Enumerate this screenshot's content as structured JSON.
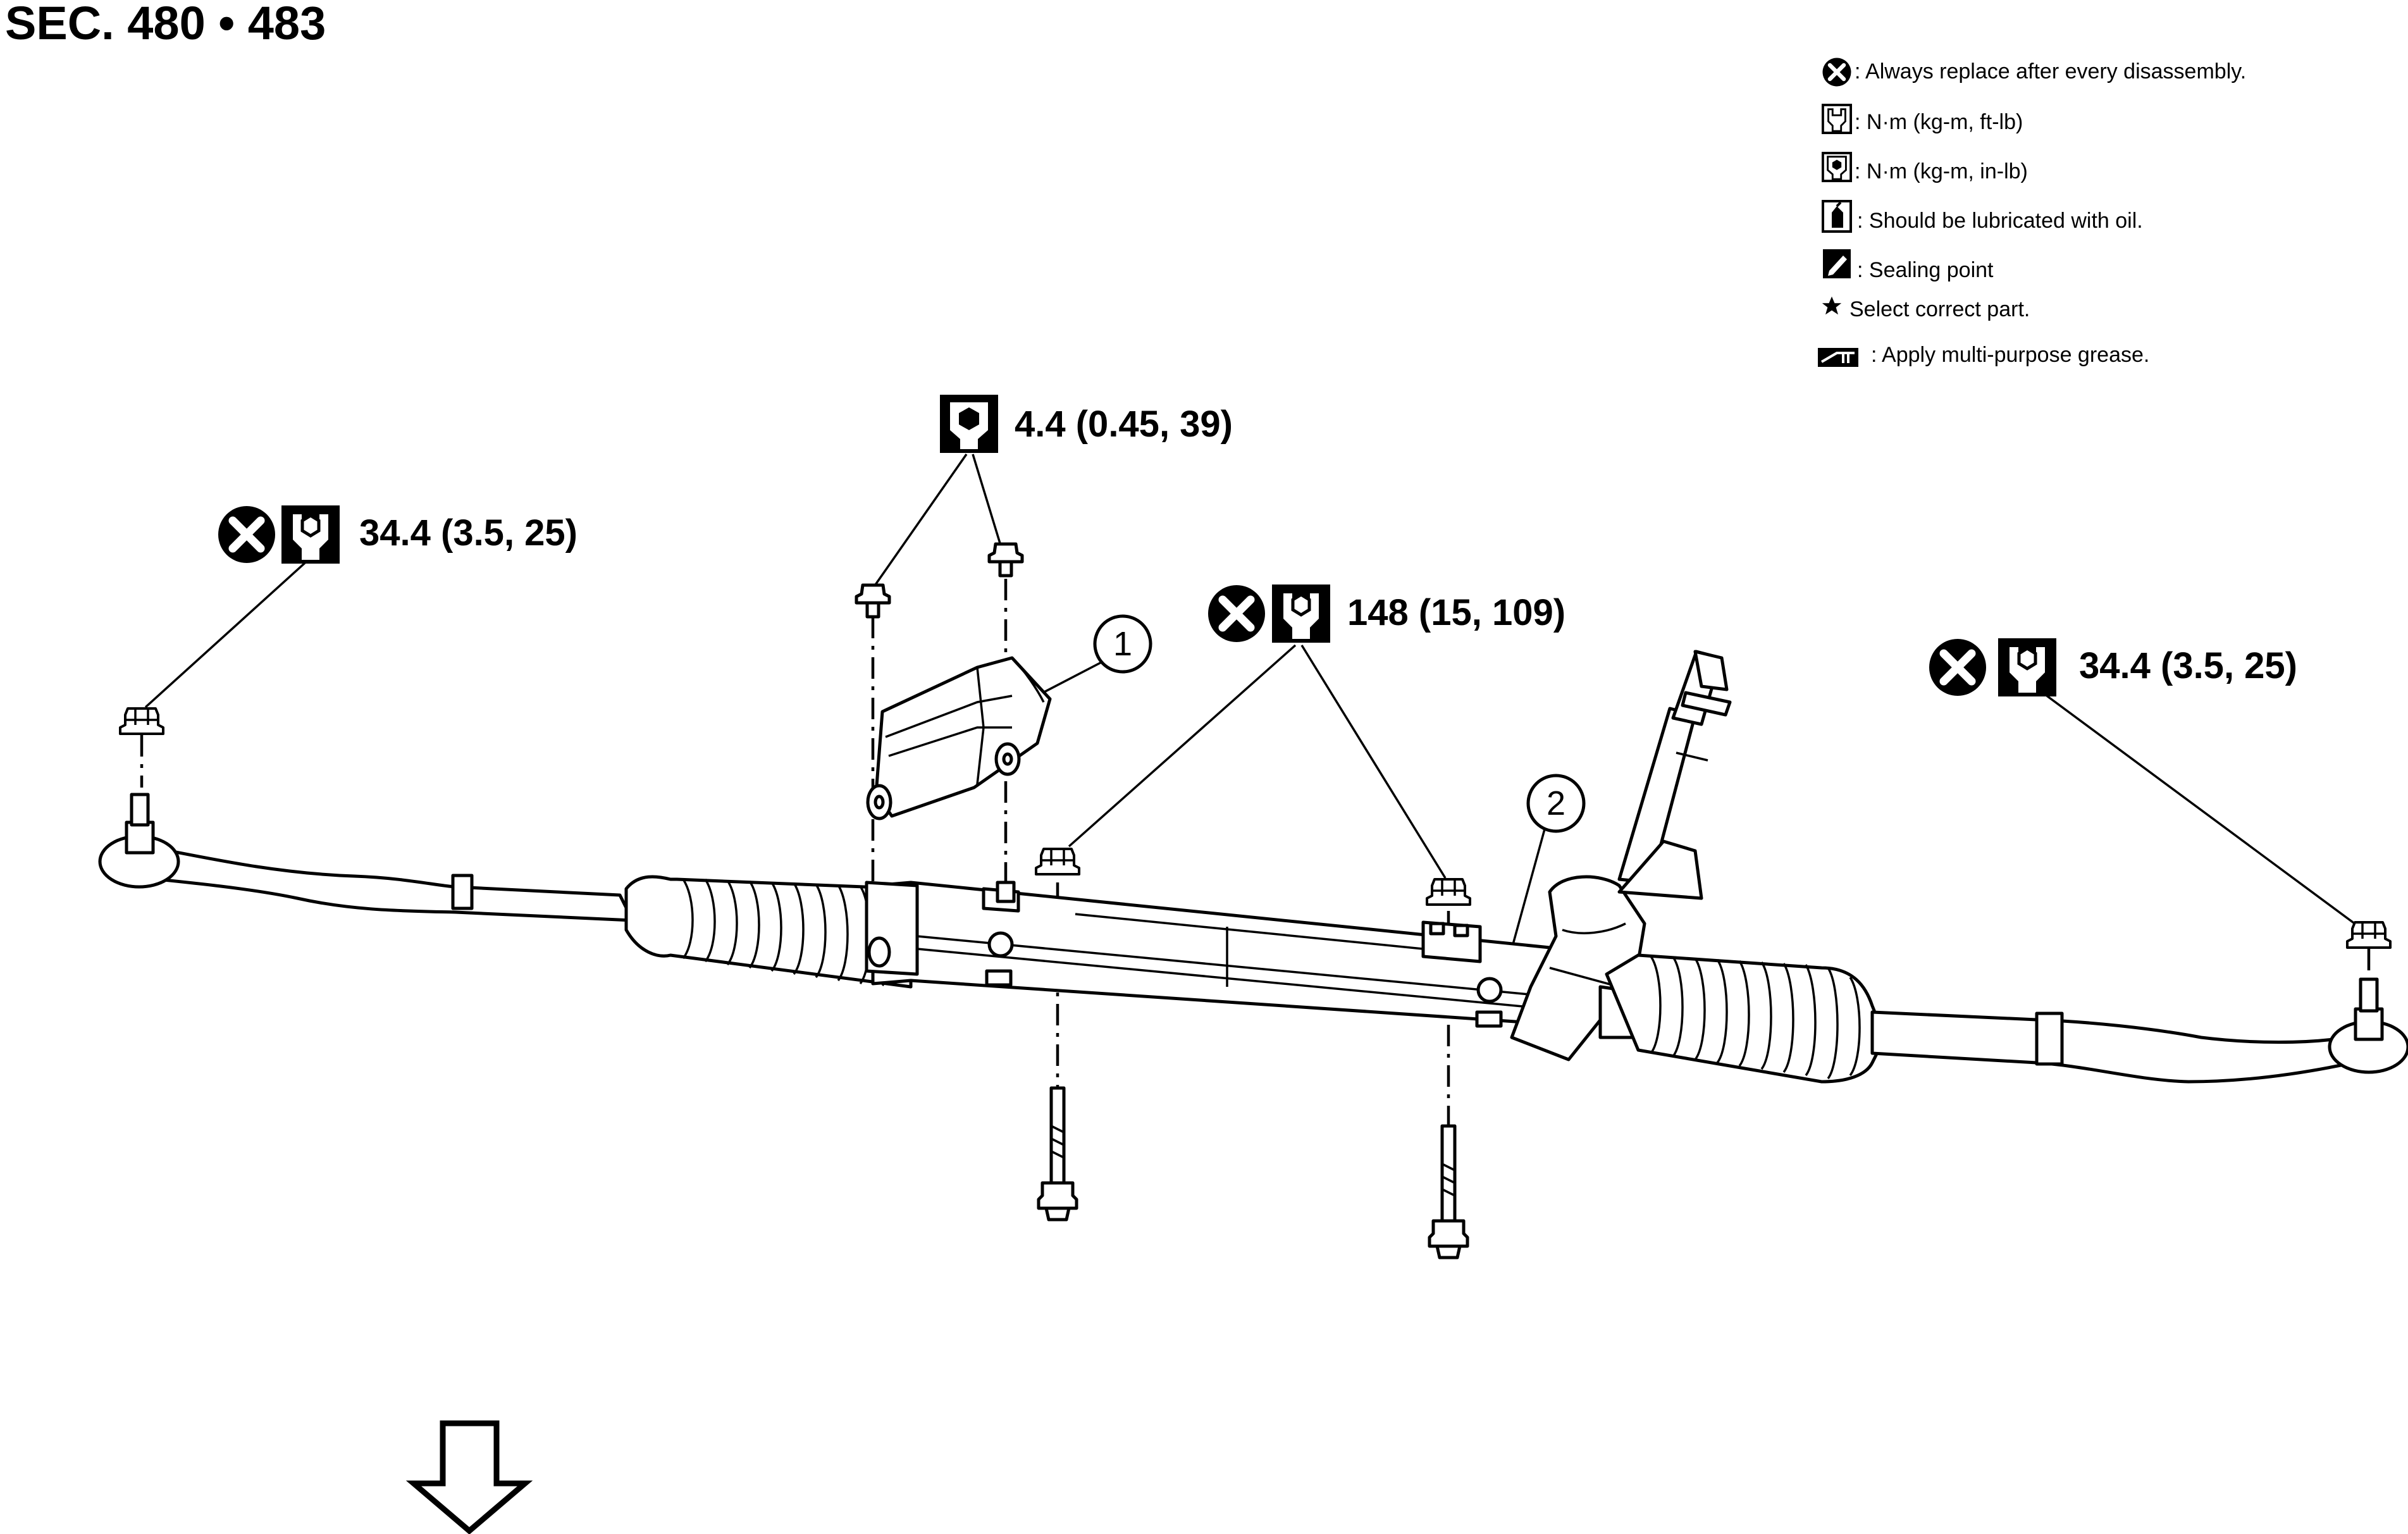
{
  "title": "SEC. 480 • 483",
  "legend": [
    {
      "icon": "always-replace-icon",
      "text": ": Always replace after every disassembly."
    },
    {
      "icon": "torque-ftlb-icon",
      "text": ": N·m (kg-m, ft-lb)"
    },
    {
      "icon": "torque-inlb-icon",
      "text": ": N·m (kg-m, in-lb)"
    },
    {
      "icon": "oil-can-icon",
      "text": ": Should be lubricated with oil."
    },
    {
      "icon": "sealing-point-icon",
      "text": ": Sealing point"
    },
    {
      "icon": "star-icon",
      "text": "Select correct part."
    },
    {
      "icon": "grease-icon",
      "text": ": Apply multi-purpose grease."
    }
  ],
  "torques": {
    "left_tie_rod_nut": "34.4 (3.5, 25)",
    "right_tie_rod_nut": "34.4 (3.5, 25)",
    "cover_bolts": "4.4 (0.45, 39)",
    "mounting_nuts": "148 (15, 109)"
  },
  "callouts": [
    "1",
    "2"
  ],
  "colors": {
    "line": "#000000",
    "background": "#ffffff"
  }
}
